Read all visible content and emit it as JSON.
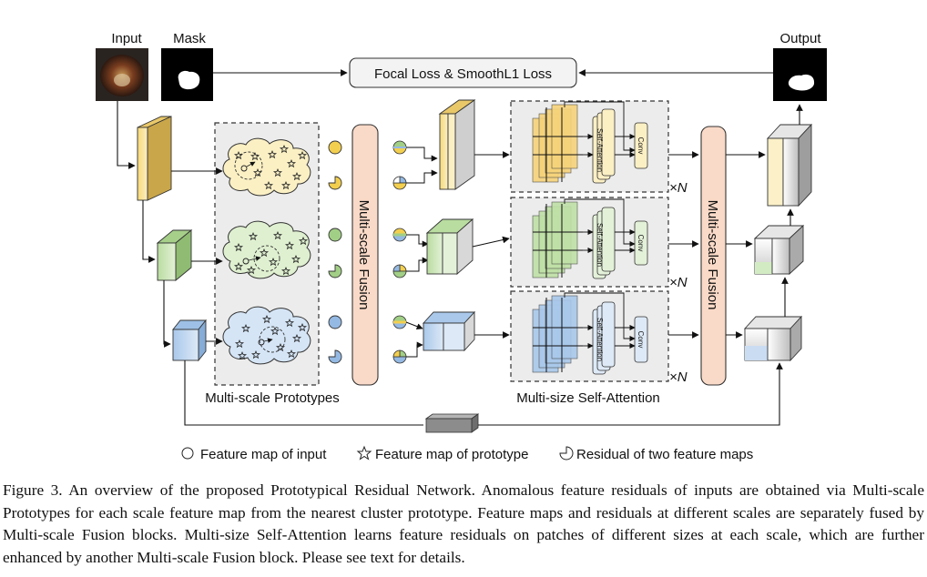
{
  "figure": {
    "labels": {
      "input": "Input",
      "mask": "Mask",
      "output": "Output",
      "loss": "Focal Loss & SmoothL1 Loss",
      "fusion": "Multi-scale Fusion",
      "prototypes": "Multi-scale Prototypes",
      "attention": "Multi-size Self-Attention",
      "self_attention": "Self-Attention",
      "conv": "Conv",
      "repeat": "×N"
    },
    "legend": {
      "input_map": "Feature map of input",
      "prototype_map": "Feature map of prototype",
      "residual": "Residual of two feature maps"
    },
    "colors": {
      "yellow": "#f5dc8a",
      "green": "#c9e3b4",
      "blue": "#c2d8ef",
      "fusion": "#f8d8c8",
      "gray_block": "#8c8c8c"
    }
  },
  "caption": "Figure 3. An overview of the proposed Prototypical Residual Network. Anomalous feature residuals of inputs are obtained via Multi-scale Prototypes for each scale feature map from the nearest cluster prototype. Feature maps and residuals at different scales are separately fused by Multi-scale Fusion blocks. Multi-size Self-Attention learns feature residuals on patches of different sizes at each scale, which are further enhanced by another Multi-scale Fusion block. Please see text for details."
}
